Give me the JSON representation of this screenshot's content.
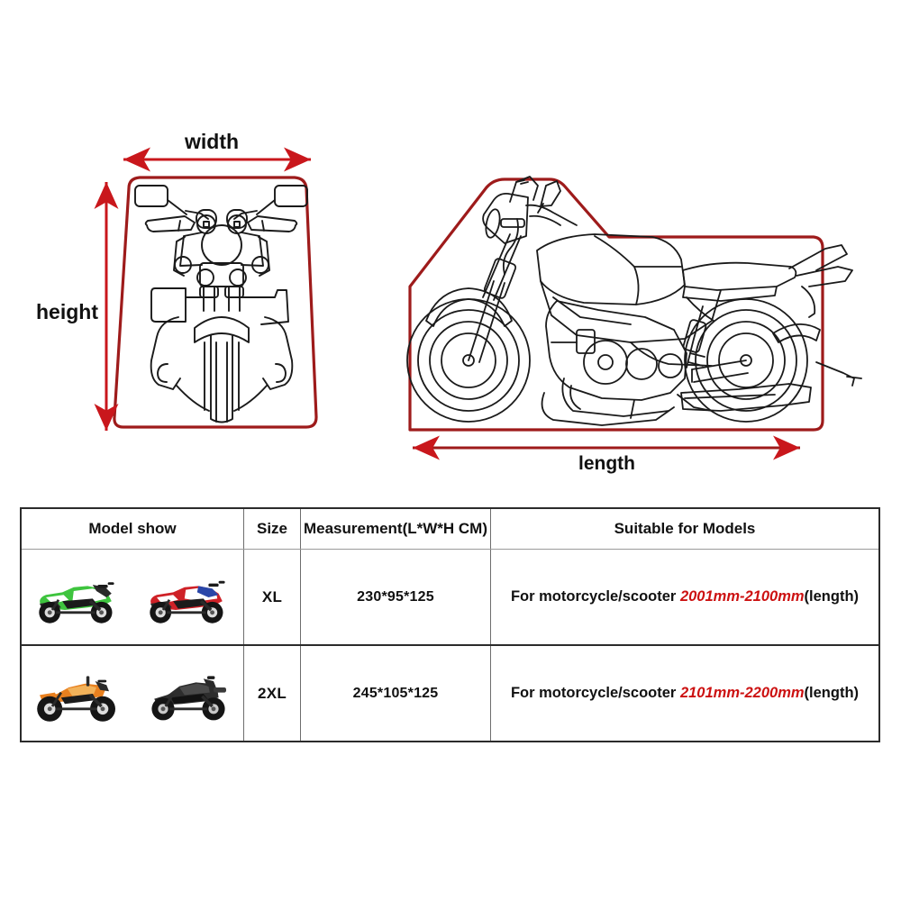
{
  "diagram": {
    "width_label": "width",
    "height_label": "height",
    "length_label": "length",
    "cover_outline_color": "#9e1b1b",
    "arrow_color": "#c9171c",
    "bike_line_color": "#1a1a1a"
  },
  "table": {
    "headers": {
      "model_show": "Model show",
      "size": "Size",
      "measurement": "Measurement(L*W*H CM)",
      "suitable": "Suitable for Models"
    },
    "rows": [
      {
        "size": "XL",
        "measurement": "230*95*125",
        "suitable_prefix": "For motorcycle/scooter ",
        "suitable_range": "2001mm-2100mm",
        "suitable_suffix": "(length)",
        "bikes": [
          {
            "name": "green-sportbike",
            "body": "#3ec43e",
            "accent": "#ffffff",
            "dark": "#1b1b1b"
          },
          {
            "name": "red-white-blue-sportbike",
            "body": "#cf2127",
            "accent": "#2a46a8",
            "dark": "#1b1b1b"
          }
        ]
      },
      {
        "size": "2XL",
        "measurement": "245*105*125",
        "suitable_prefix": "For motorcycle/scooter ",
        "suitable_range": "2101mm-2200mm",
        "suitable_suffix": "(length)",
        "bikes": [
          {
            "name": "orange-enduro-bike",
            "body": "#e8801f",
            "accent": "#f2b25a",
            "dark": "#1b1b1b"
          },
          {
            "name": "black-naked-streetbike",
            "body": "#2d2d2d",
            "accent": "#4a4a4a",
            "dark": "#111111"
          }
        ]
      }
    ]
  }
}
